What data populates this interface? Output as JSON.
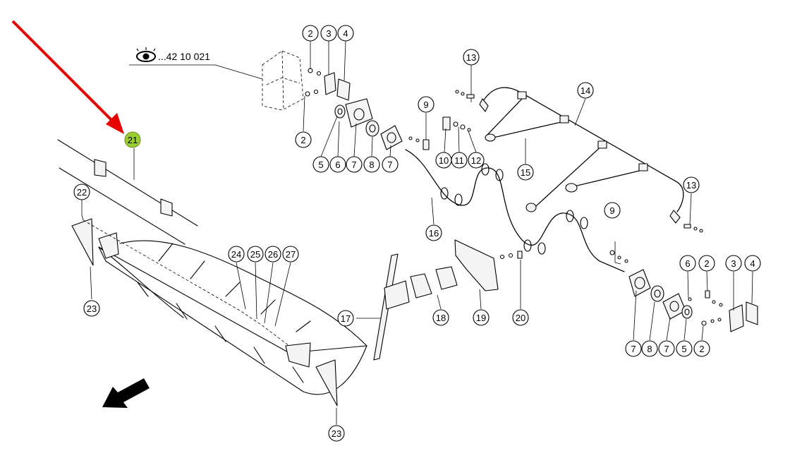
{
  "reference": {
    "text": "...42 10 021",
    "icon": "eye-icon"
  },
  "highlight_color": "#9acd32",
  "pointer_arrow_color": "#e60000",
  "callouts": [
    {
      "id": "c-2a",
      "label": "2"
    },
    {
      "id": "c-3a",
      "label": "3"
    },
    {
      "id": "c-4a",
      "label": "4"
    },
    {
      "id": "c-2b",
      "label": "2"
    },
    {
      "id": "c-5a",
      "label": "5"
    },
    {
      "id": "c-6a",
      "label": "6"
    },
    {
      "id": "c-7a",
      "label": "7"
    },
    {
      "id": "c-8a",
      "label": "8"
    },
    {
      "id": "c-7b",
      "label": "7"
    },
    {
      "id": "c-9a",
      "label": "9"
    },
    {
      "id": "c-10",
      "label": "10"
    },
    {
      "id": "c-11",
      "label": "11"
    },
    {
      "id": "c-12",
      "label": "12"
    },
    {
      "id": "c-13a",
      "label": "13"
    },
    {
      "id": "c-14",
      "label": "14"
    },
    {
      "id": "c-15",
      "label": "15"
    },
    {
      "id": "c-13b",
      "label": "13"
    },
    {
      "id": "c-16",
      "label": "16"
    },
    {
      "id": "c-21",
      "label": "21",
      "highlight": true
    },
    {
      "id": "c-22",
      "label": "22"
    },
    {
      "id": "c-23a",
      "label": "23"
    },
    {
      "id": "c-24",
      "label": "24"
    },
    {
      "id": "c-25",
      "label": "25"
    },
    {
      "id": "c-26",
      "label": "26"
    },
    {
      "id": "c-27",
      "label": "27"
    },
    {
      "id": "c-17",
      "label": "17"
    },
    {
      "id": "c-18",
      "label": "18"
    },
    {
      "id": "c-19",
      "label": "19"
    },
    {
      "id": "c-20",
      "label": "20"
    },
    {
      "id": "c-9b",
      "label": "9"
    },
    {
      "id": "c-6b",
      "label": "6"
    },
    {
      "id": "c-2c",
      "label": "2"
    },
    {
      "id": "c-3b",
      "label": "3"
    },
    {
      "id": "c-4b",
      "label": "4"
    },
    {
      "id": "c-7c",
      "label": "7"
    },
    {
      "id": "c-8b",
      "label": "8"
    },
    {
      "id": "c-7d",
      "label": "7"
    },
    {
      "id": "c-5b",
      "label": "5"
    },
    {
      "id": "c-2d",
      "label": "2"
    },
    {
      "id": "c-23b",
      "label": "23"
    }
  ]
}
